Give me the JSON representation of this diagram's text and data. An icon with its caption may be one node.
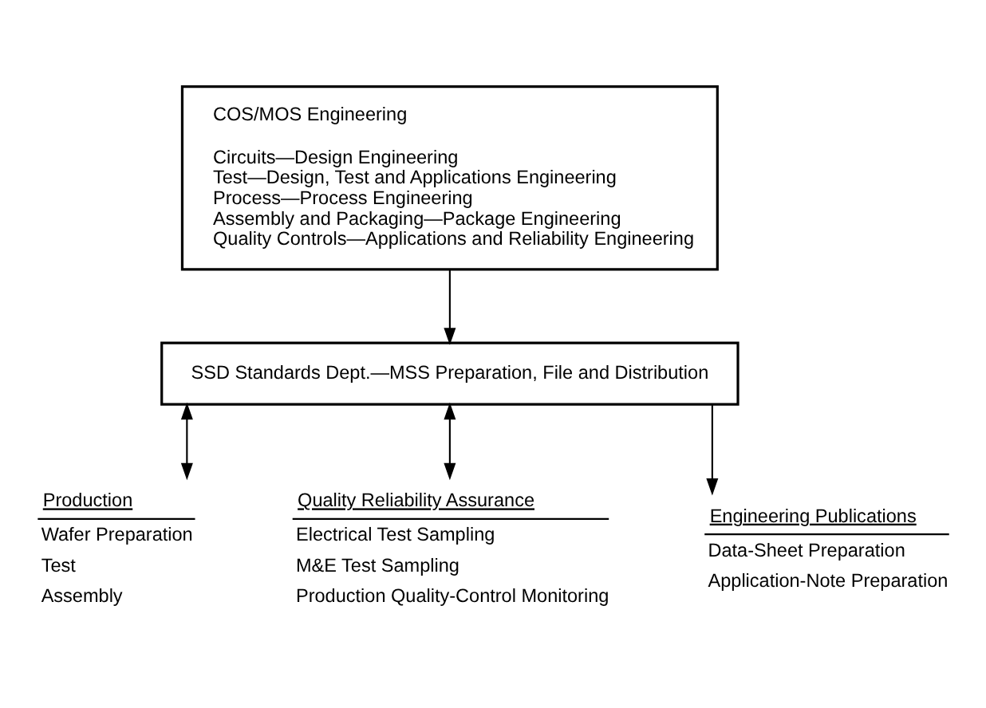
{
  "diagram": {
    "nodes": [
      {
        "text": [
          "COS/MOS Engineering",
          "Circuits—Design Engineering",
          "Test—Design, Test and Applications Engineering",
          "Process—Process Engineering",
          "Assembly and Packaging—Package Engineering",
          "Quality Controls—Applications and Reliability Engineering"
        ]
      },
      {
        "text": [
          "SSD Standards Dept.—MSS Preparation, File and Distribution"
        ]
      },
      {
        "text": [
          "Production",
          "Wafer Preparation",
          "Test",
          "Assembly"
        ]
      },
      {
        "text": [
          "Quality Reliability Assurance",
          "Electrical Test Sampling",
          "M&E Test Sampling",
          "Production Quality-Control Monitoring"
        ]
      },
      {
        "text": [
          "Engineering Publications",
          "Data-Sheet Preparation",
          "Application-Note Preparation"
        ]
      }
    ],
    "edges": [
      {
        "from": 0,
        "to": 1,
        "arrow": "to"
      },
      {
        "from": 1,
        "to": 2,
        "arrow": "both"
      },
      {
        "from": 1,
        "to": 3,
        "arrow": "both"
      },
      {
        "from": 1,
        "to": 4,
        "arrow": "to"
      }
    ]
  }
}
